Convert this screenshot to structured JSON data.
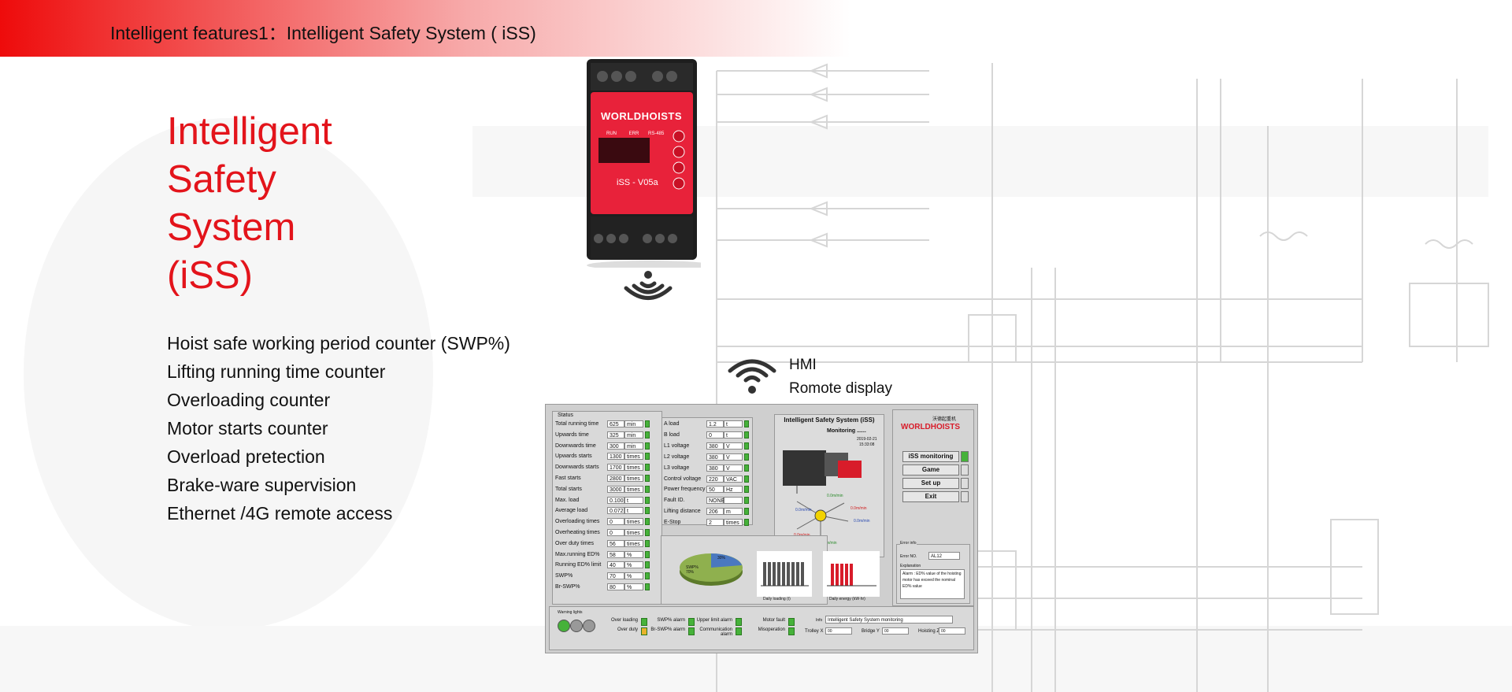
{
  "header": {
    "text": "Intelligent features1：Intelligent Safety System ( iSS)"
  },
  "title": {
    "lines": [
      "Intelligent",
      "Safety",
      "System",
      "(iSS)"
    ]
  },
  "features": [
    "Hoist safe working period counter (SWP%)",
    "Lifting running time counter",
    "Overloading counter",
    "Motor starts counter",
    "Overload pretection",
    "Brake-ware supervision",
    "Ethernet /4G remote access"
  ],
  "device": {
    "brand": "WORLDHOISTS",
    "model": "iSS - V05a",
    "leds": [
      "RUN",
      "ERR",
      "RS-485"
    ]
  },
  "hmi_label": {
    "line1": "HMI",
    "line2": "Romote display"
  },
  "hmi": {
    "status_title": "Status",
    "status_rows": [
      {
        "label": "Total running time",
        "value": "625",
        "unit": "min"
      },
      {
        "label": "Upwards time",
        "value": "325",
        "unit": "min"
      },
      {
        "label": "Downwards time",
        "value": "300",
        "unit": "min"
      },
      {
        "label": "Upwards starts",
        "value": "1300",
        "unit": "times"
      },
      {
        "label": "Downwards starts",
        "value": "1700",
        "unit": "times"
      },
      {
        "label": "Fast starts",
        "value": "2800",
        "unit": "times"
      },
      {
        "label": "Total starts",
        "value": "3000",
        "unit": "times"
      },
      {
        "label": "Max. load",
        "value": "0.100",
        "unit": "t"
      },
      {
        "label": "Average load",
        "value": "0.072",
        "unit": "t"
      },
      {
        "label": "Overloading times",
        "value": "0",
        "unit": "times"
      },
      {
        "label": "Overheating times",
        "value": "0",
        "unit": "times"
      },
      {
        "label": "Over duty times",
        "value": "56",
        "unit": "times"
      },
      {
        "label": "Max.running ED%",
        "value": "58",
        "unit": "%"
      },
      {
        "label": "Running ED% limit",
        "value": "40",
        "unit": "%"
      },
      {
        "label": "SWP%",
        "value": "70",
        "unit": "%"
      },
      {
        "label": "Br-SWP%",
        "value": "80",
        "unit": "%"
      }
    ],
    "measure_rows": [
      {
        "label": "A load",
        "value": "1.2",
        "unit": "t"
      },
      {
        "label": "B load",
        "value": "0",
        "unit": "t"
      },
      {
        "label": "L1 voltage",
        "value": "380",
        "unit": "V"
      },
      {
        "label": "L2 voltage",
        "value": "380",
        "unit": "V"
      },
      {
        "label": "L3 voltage",
        "value": "380",
        "unit": "V"
      },
      {
        "label": "Control voltage",
        "value": "220",
        "unit": "VAC"
      },
      {
        "label": "Power frequency",
        "value": "50",
        "unit": "Hz"
      },
      {
        "label": "Fault ID.",
        "value": "NONE",
        "unit": ""
      },
      {
        "label": "Lifting distance",
        "value": "206",
        "unit": "m"
      },
      {
        "label": "E-Stop",
        "value": "2",
        "unit": "times"
      }
    ],
    "panel_title": "Intelligent Safety System (iSS)",
    "monitoring": "Monitoring ......",
    "date": "2019-02-21",
    "time": "15:33:08",
    "speeds": [
      "0.0m/min",
      "0.0m/min",
      "0.0m/min",
      "0.0m/min",
      "0.0m/min",
      "0.0m/min"
    ],
    "pie": {
      "slice1": "30%",
      "slice2": "SWP% 70%"
    },
    "chart1_title": "Daily loading (t)",
    "chart2_title": "Daily energy (kW·hr)",
    "logo": "WORLDHOISTS",
    "logo_cn": "沃德起重机",
    "buttons": [
      "iSS monitoring",
      "Game",
      "Set up",
      "Exit"
    ],
    "error_title": "Error info",
    "error_no_label": "Error NO.",
    "error_no": "AL12",
    "explanation_label": "Explanation",
    "explanation": "Alarm : ED% value of the hoisting motor has exceed the nominal ED% value",
    "warning_title": "Warning lights",
    "warnings": [
      {
        "label": "Over loading",
        "color": "#46b23a"
      },
      {
        "label": "Over duty",
        "color": "#e8b32a"
      },
      {
        "label": "SWP% alarm",
        "color": "#46b23a"
      },
      {
        "label": "Br-SWP% alarm",
        "color": "#46b23a"
      },
      {
        "label": "Upper limit alarm",
        "color": "#46b23a"
      },
      {
        "label": "Communication alarm",
        "color": "#46b23a"
      },
      {
        "label": "Motor fault",
        "color": "#46b23a"
      },
      {
        "label": "Misoperation",
        "color": "#46b23a"
      }
    ],
    "info_label": "Info",
    "info_value": "Intelligent Safety System monitoring",
    "pos_labels": [
      {
        "label": "Trolley X",
        "value": "00"
      },
      {
        "label": "Bridge Y",
        "value": "00"
      },
      {
        "label": "Hoisting Z",
        "value": "00"
      }
    ]
  },
  "colors": {
    "accent_red": "#e3141b",
    "header_red": "#ee0b0b",
    "led_green": "#46b23a"
  }
}
